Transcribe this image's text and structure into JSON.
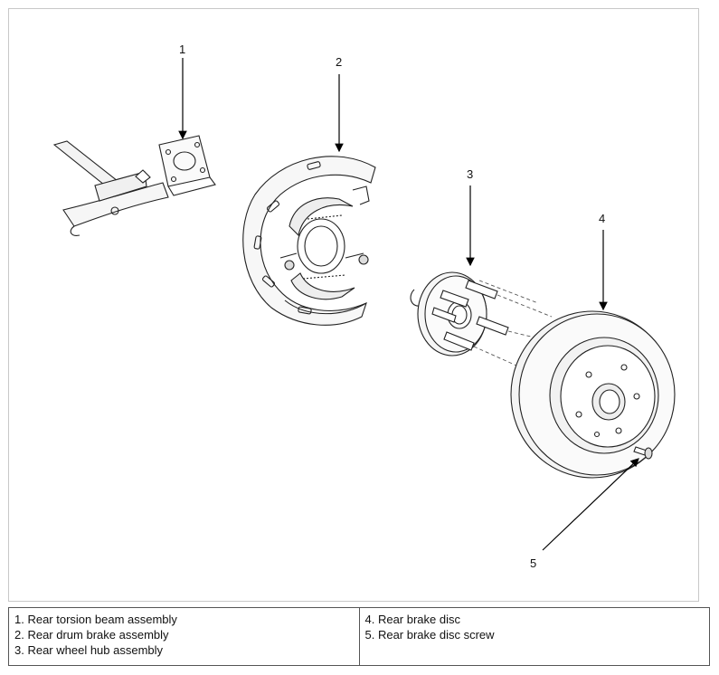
{
  "diagram": {
    "callouts": {
      "c1": "1",
      "c2": "2",
      "c3": "3",
      "c4": "4",
      "c5": "5"
    }
  },
  "legend": {
    "left": [
      "1. Rear torsion beam assembly",
      "2. Rear drum brake assembly",
      "3. Rear wheel hub assembly"
    ],
    "right": [
      "4. Rear brake disc",
      "5. Rear brake disc screw"
    ]
  }
}
